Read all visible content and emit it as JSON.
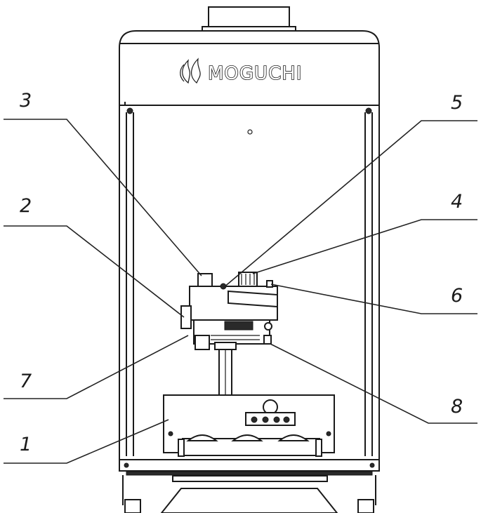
{
  "brand": {
    "name": "MOGUCHI",
    "logo_icon": "flame-logo-icon"
  },
  "callouts": [
    {
      "id": "c1",
      "label": "1"
    },
    {
      "id": "c2",
      "label": "2"
    },
    {
      "id": "c3",
      "label": "3"
    },
    {
      "id": "c4",
      "label": "4"
    },
    {
      "id": "c5",
      "label": "5"
    },
    {
      "id": "c6",
      "label": "6"
    },
    {
      "id": "c7",
      "label": "7"
    },
    {
      "id": "c8",
      "label": "8"
    }
  ],
  "colors": {
    "line": "#1a1a1a",
    "background": "#ffffff"
  }
}
